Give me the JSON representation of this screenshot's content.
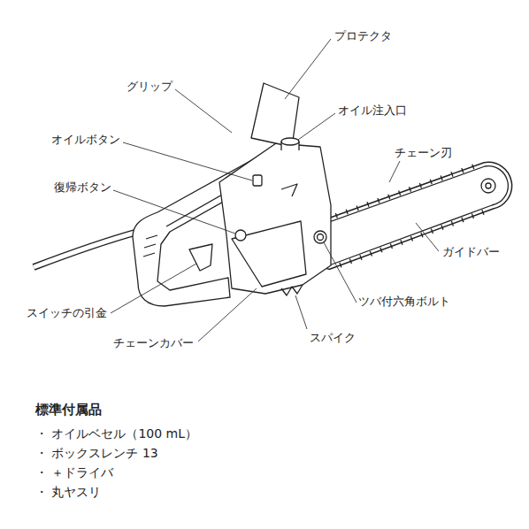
{
  "diagram": {
    "title": "標準付属品",
    "labels": [
      "プロテクタ",
      "グリップ",
      "オイル注入口",
      "オイルボタン",
      "チェーン刃",
      "復帰ボタン",
      "ガイドバー",
      "ツバ付六角ボルト",
      "スイッチの引金",
      "スパイク",
      "チェーンカバー",
      "・ オイルベセル（100 mL）",
      "・ ボックスレンチ 13",
      "・ ＋ドライバ",
      "・ 丸ヤスリ"
    ]
  }
}
